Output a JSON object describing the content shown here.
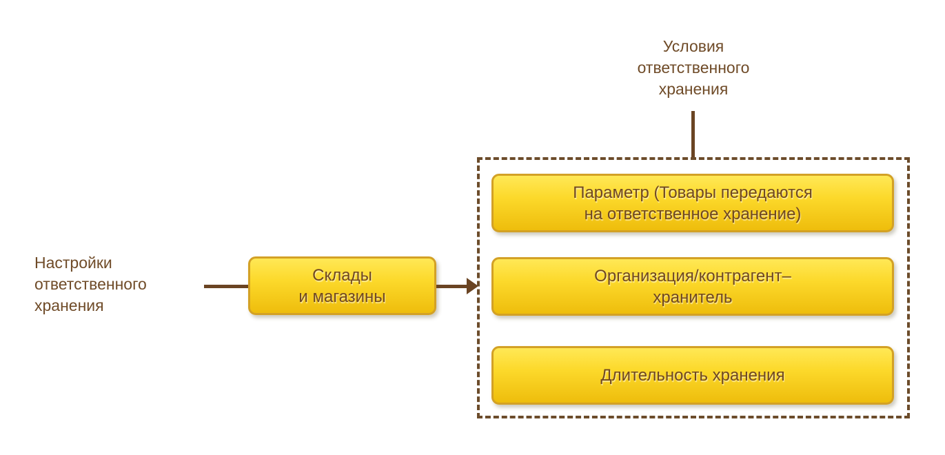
{
  "colors": {
    "background": "#ffffff",
    "text_brown": "#6f4b28",
    "connector_brown": "#6a4423",
    "dashed_border_brown": "#6c4c2b",
    "node_border_gold": "#d3a125",
    "node_fill_top": "#ffe856",
    "node_fill_bottom": "#eebd0c"
  },
  "diagram": {
    "source_label": {
      "lines": [
        "Настройки",
        "ответственного",
        "хранения"
      ]
    },
    "source_node": {
      "lines": [
        "Склады",
        "и магазины"
      ]
    },
    "group": {
      "label": {
        "lines": [
          "Условия",
          "ответственного",
          "хранения"
        ]
      },
      "items": [
        {
          "lines": [
            "Параметр (Товары передаются",
            "на ответственное хранение)"
          ]
        },
        {
          "lines": [
            "Организация/контрагент–",
            "хранитель"
          ]
        },
        {
          "lines": [
            "Длительность хранения"
          ]
        }
      ]
    }
  }
}
